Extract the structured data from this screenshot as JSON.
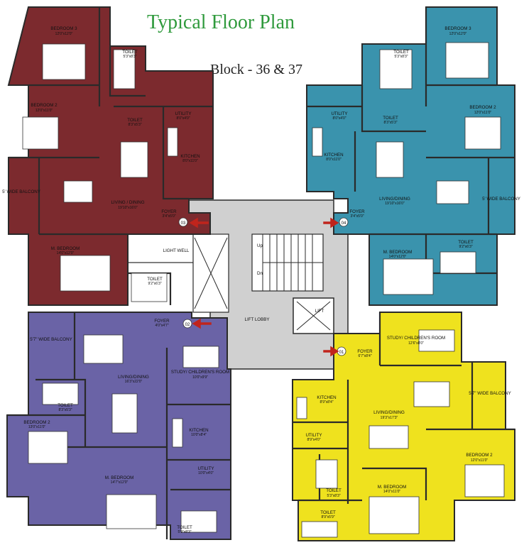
{
  "title": "Typical Floor Plan",
  "subtitle": "Block - 36 & 37",
  "colors": {
    "maroon": "#7c2a2e",
    "teal": "#3a93ad",
    "purple": "#6a63a6",
    "yellow": "#efe21e",
    "lobby": "#d0d0d0",
    "arrow": "#c0241c",
    "title": "#2f9a3c"
  },
  "core": {
    "lift_lobby": "LIFT LOBBY",
    "light_well": "LIGHT WELL",
    "lift": "LIFT",
    "up": "Up",
    "dn": "Dn"
  },
  "units": [
    {
      "id": "03",
      "color": "maroon",
      "rooms": [
        {
          "name": "BEDROOM 3",
          "dim": "12'0\"x12'0\""
        },
        {
          "name": "TOILET",
          "dim": "5'3\"x8'3\""
        },
        {
          "name": "BEDROOM 2",
          "dim": "12'0\"x11'0\""
        },
        {
          "name": "TOILET",
          "dim": "8'3\"x5'3\""
        },
        {
          "name": "UTILITY",
          "dim": "8'0\"x4'0\""
        },
        {
          "name": "KITCHEN",
          "dim": "8'0\"x11'0\""
        },
        {
          "name": "5' WIDE BALCONY",
          "dim": ""
        },
        {
          "name": "LIVING / DINING",
          "dim": "19'10\"x16'0\""
        },
        {
          "name": "FOYER",
          "dim": "3'4\"x5'0\""
        },
        {
          "name": "M. BEDROOM",
          "dim": "14'0\"x12'0\""
        },
        {
          "name": "TOILET",
          "dim": "9'2\"x6'3\""
        }
      ]
    },
    {
      "id": "04",
      "color": "teal",
      "rooms": [
        {
          "name": "BEDROOM 3",
          "dim": "12'0\"x12'0\""
        },
        {
          "name": "TOILET",
          "dim": "5'3\"x8'3\""
        },
        {
          "name": "UTILITY",
          "dim": "8'0\"x4'0\""
        },
        {
          "name": "TOILET",
          "dim": "8'3\"x5'3\""
        },
        {
          "name": "BEDROOM 2",
          "dim": "12'0\"x11'0\""
        },
        {
          "name": "KITCHEN",
          "dim": "8'0\"x11'0\""
        },
        {
          "name": "LIVING/DINING",
          "dim": "19'10\"x16'0\""
        },
        {
          "name": "5' WIDE BALCONY",
          "dim": ""
        },
        {
          "name": "FOYER",
          "dim": "3'4\"x5'0\""
        },
        {
          "name": "M. BEDROOM",
          "dim": "14'0\"x12'0\""
        },
        {
          "name": "TOILET",
          "dim": "9'2\"x6'3\""
        }
      ]
    },
    {
      "id": "02",
      "color": "purple",
      "rooms": [
        {
          "name": "FOYER",
          "dim": "4'0\"x4'7\""
        },
        {
          "name": "5'7\" WIDE BALCONY",
          "dim": ""
        },
        {
          "name": "LIVING/DINING",
          "dim": "16'3\"x22'0\""
        },
        {
          "name": "STUDY/ CHILDREN'S ROOM",
          "dim": "10'0\"x9'9\""
        },
        {
          "name": "TOILET",
          "dim": "8'3\"x5'3\""
        },
        {
          "name": "BEDROOM 2",
          "dim": "13'0\"x11'0\""
        },
        {
          "name": "KITCHEN",
          "dim": "10'0\"x8'4\""
        },
        {
          "name": "UTILITY",
          "dim": "10'0\"x4'0\""
        },
        {
          "name": "M. BEDROOM",
          "dim": "14'7\"x12'0\""
        },
        {
          "name": "TOILET",
          "dim": "5'9\"x8'3\""
        }
      ]
    },
    {
      "id": "01",
      "color": "yellow",
      "rooms": [
        {
          "name": "FOYER",
          "dim": "6'7\"x8'4\""
        },
        {
          "name": "STUDY/ CHILDREN'S ROOM",
          "dim": "12'6\"x8'0\""
        },
        {
          "name": "KITCHEN",
          "dim": "8'9\"x8'4\""
        },
        {
          "name": "LIVING/DINING",
          "dim": "19'3\"x17'3\""
        },
        {
          "name": "5'7\" WIDE BALCONY",
          "dim": ""
        },
        {
          "name": "UTILITY",
          "dim": "8'9\"x4'0\""
        },
        {
          "name": "BEDROOM 2",
          "dim": "12'0\"x11'0\""
        },
        {
          "name": "TOILET",
          "dim": "5'3\"x8'3\""
        },
        {
          "name": "M. BEDROOM",
          "dim": "14'0\"x11'0\""
        },
        {
          "name": "TOILET",
          "dim": "8'9\"x5'9\""
        }
      ]
    }
  ]
}
